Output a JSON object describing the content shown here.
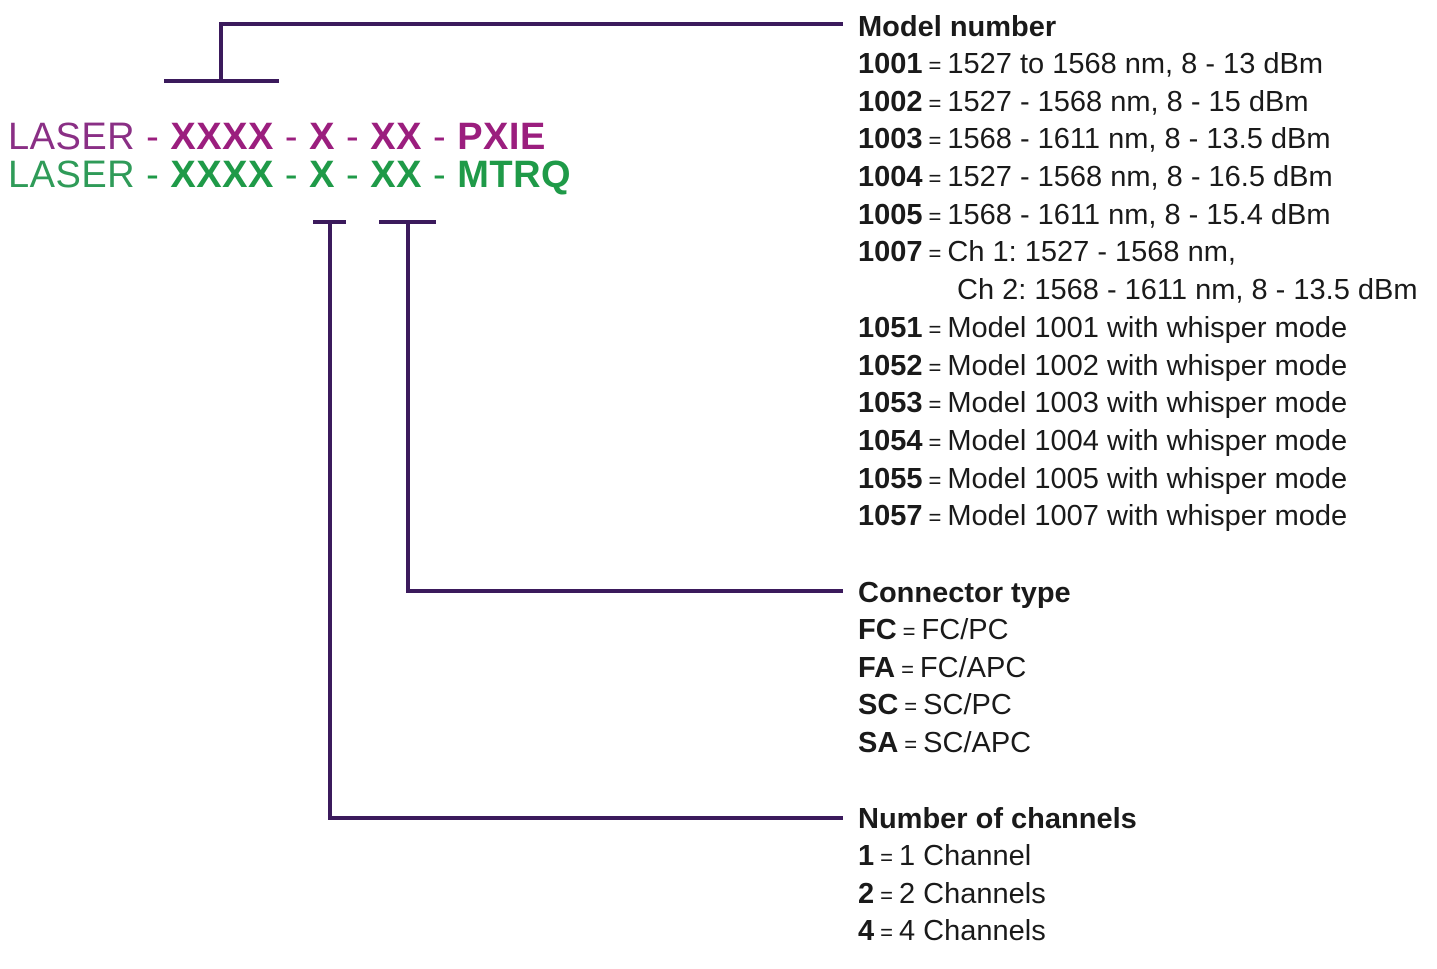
{
  "part_numbers": [
    {
      "prefix": "LASER",
      "segments": [
        "XXXX",
        "X",
        "XX",
        "PXIE"
      ],
      "color": "#9b1e7e"
    },
    {
      "prefix": "LASER",
      "segments": [
        "XXXX",
        "X",
        "XX",
        "MTRQ"
      ],
      "color": "#1f9a48"
    }
  ],
  "separator": " - ",
  "line_color": "#3b1a5c",
  "model": {
    "heading": "Model number",
    "items": [
      {
        "code": "1001",
        "desc": "1527 to 1568 nm, 8 - 13 dBm"
      },
      {
        "code": "1002",
        "desc": "1527 - 1568 nm, 8 - 15 dBm"
      },
      {
        "code": "1003",
        "desc": "1568 - 1611 nm, 8 - 13.5 dBm"
      },
      {
        "code": "1004",
        "desc": "1527 - 1568 nm, 8 - 16.5 dBm"
      },
      {
        "code": "1005",
        "desc": "1568 - 1611 nm, 8 - 15.4 dBm"
      },
      {
        "code": "1007",
        "desc": "Ch 1: 1527 - 1568 nm,",
        "cont": "Ch 2: 1568 - 1611 nm, 8 - 13.5 dBm"
      },
      {
        "code": "1051",
        "desc": "Model 1001 with whisper mode"
      },
      {
        "code": "1052",
        "desc": "Model 1002 with whisper mode"
      },
      {
        "code": "1053",
        "desc": "Model 1003 with whisper mode"
      },
      {
        "code": "1054",
        "desc": "Model 1004 with whisper mode"
      },
      {
        "code": "1055",
        "desc": "Model 1005 with whisper mode"
      },
      {
        "code": "1057",
        "desc": "Model 1007 with whisper mode"
      }
    ]
  },
  "connector": {
    "heading": "Connector type",
    "items": [
      {
        "code": "FC",
        "desc": "FC/PC"
      },
      {
        "code": "FA",
        "desc": "FC/APC"
      },
      {
        "code": "SC",
        "desc": "SC/PC"
      },
      {
        "code": "SA",
        "desc": "SC/APC"
      }
    ]
  },
  "channels": {
    "heading": "Number of channels",
    "items": [
      {
        "code": "1",
        "desc": "1 Channel"
      },
      {
        "code": "2",
        "desc": "2 Channels"
      },
      {
        "code": "4",
        "desc": "4 Channels"
      }
    ]
  },
  "equals": "="
}
